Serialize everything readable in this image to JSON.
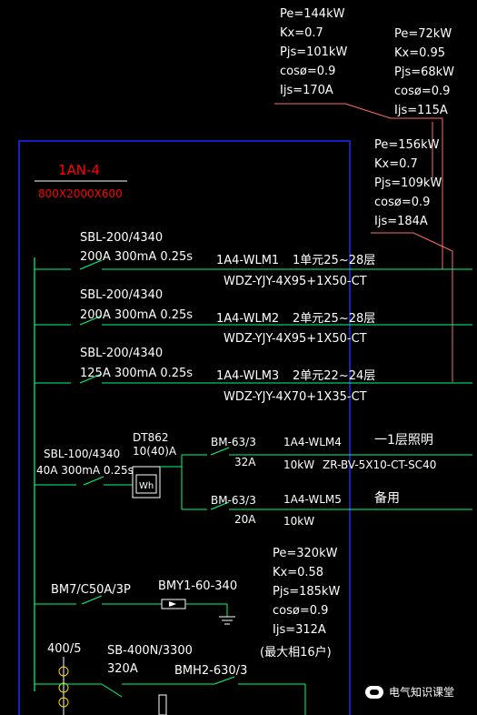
{
  "top_load_1": [
    "Pe=144kW",
    "Kx=0.7",
    "Pjs=101kW",
    "cosø=0.9",
    "Ijs=170A"
  ],
  "top_load_2": [
    "Pe=72kW",
    "Kx=0.95",
    "Pjs=68kW",
    "cosø=0.9",
    "Ijs=115A"
  ],
  "top_load_3": [
    "Pe=156kW",
    "Kx=0.7",
    "Pjs=109kW",
    "cosø=0.9",
    "Ijs=184A"
  ],
  "cabinet": {
    "name": "1AN-4",
    "size": "800X2000X600"
  },
  "feeders": [
    {
      "breaker": "SBL-200/4340",
      "rating": "200A 300mA 0.25s",
      "circuit": "1A4-WLM1",
      "desc": "1单元25~28层",
      "cable": "WDZ-YJY-4X95+1X50-CT"
    },
    {
      "breaker": "SBL-200/4340",
      "rating": "200A 300mA 0.25s",
      "circuit": "1A4-WLM2",
      "desc": "2单元25~28层",
      "cable": "WDZ-YJY-4X95+1X50-CT"
    },
    {
      "breaker": "SBL-200/4340",
      "rating": "125A 300mA 0.25s",
      "circuit": "1A4-WLM3",
      "desc": "2单元22~24层",
      "cable": "WDZ-YJY-4X70+1X35-CT"
    }
  ],
  "meter_branch": {
    "breaker": "SBL-100/4340",
    "rating": "40A 300mA 0.25s",
    "meter_model": "DT862",
    "meter_rating": "10(40)A",
    "meter_label": "Wh",
    "sub1": {
      "breaker": "BM-63/3",
      "amp": "32A",
      "circuit": "1A4-WLM4",
      "desc": "一1层照明",
      "power": "10kW",
      "cable": "ZR-BV-5X10-CT-SC40"
    },
    "sub2": {
      "breaker": "BM-63/3",
      "amp": "20A",
      "circuit": "1A4-WLM5",
      "desc": "备用",
      "power": "10kW"
    }
  },
  "bottom_load": [
    "Pe=320kW",
    "Kx=0.58",
    "Pjs=185kW",
    "cosø=0.9",
    "Ijs=312A",
    "(最大相16户)"
  ],
  "spd": {
    "breaker": "BM7/C50A/3P",
    "device": "BMY1-60-340"
  },
  "main": {
    "ct": "400/5",
    "breaker": "SB-400N/3300",
    "amp": "320A",
    "switch": "BMH2-630/3"
  },
  "watermark": "电气知识课堂",
  "colors": {
    "text": "#ffffff",
    "busbar": "#00ff7f",
    "frame": "#1a2bff",
    "red": "#ff0000",
    "leader": "#ff6a6a"
  }
}
